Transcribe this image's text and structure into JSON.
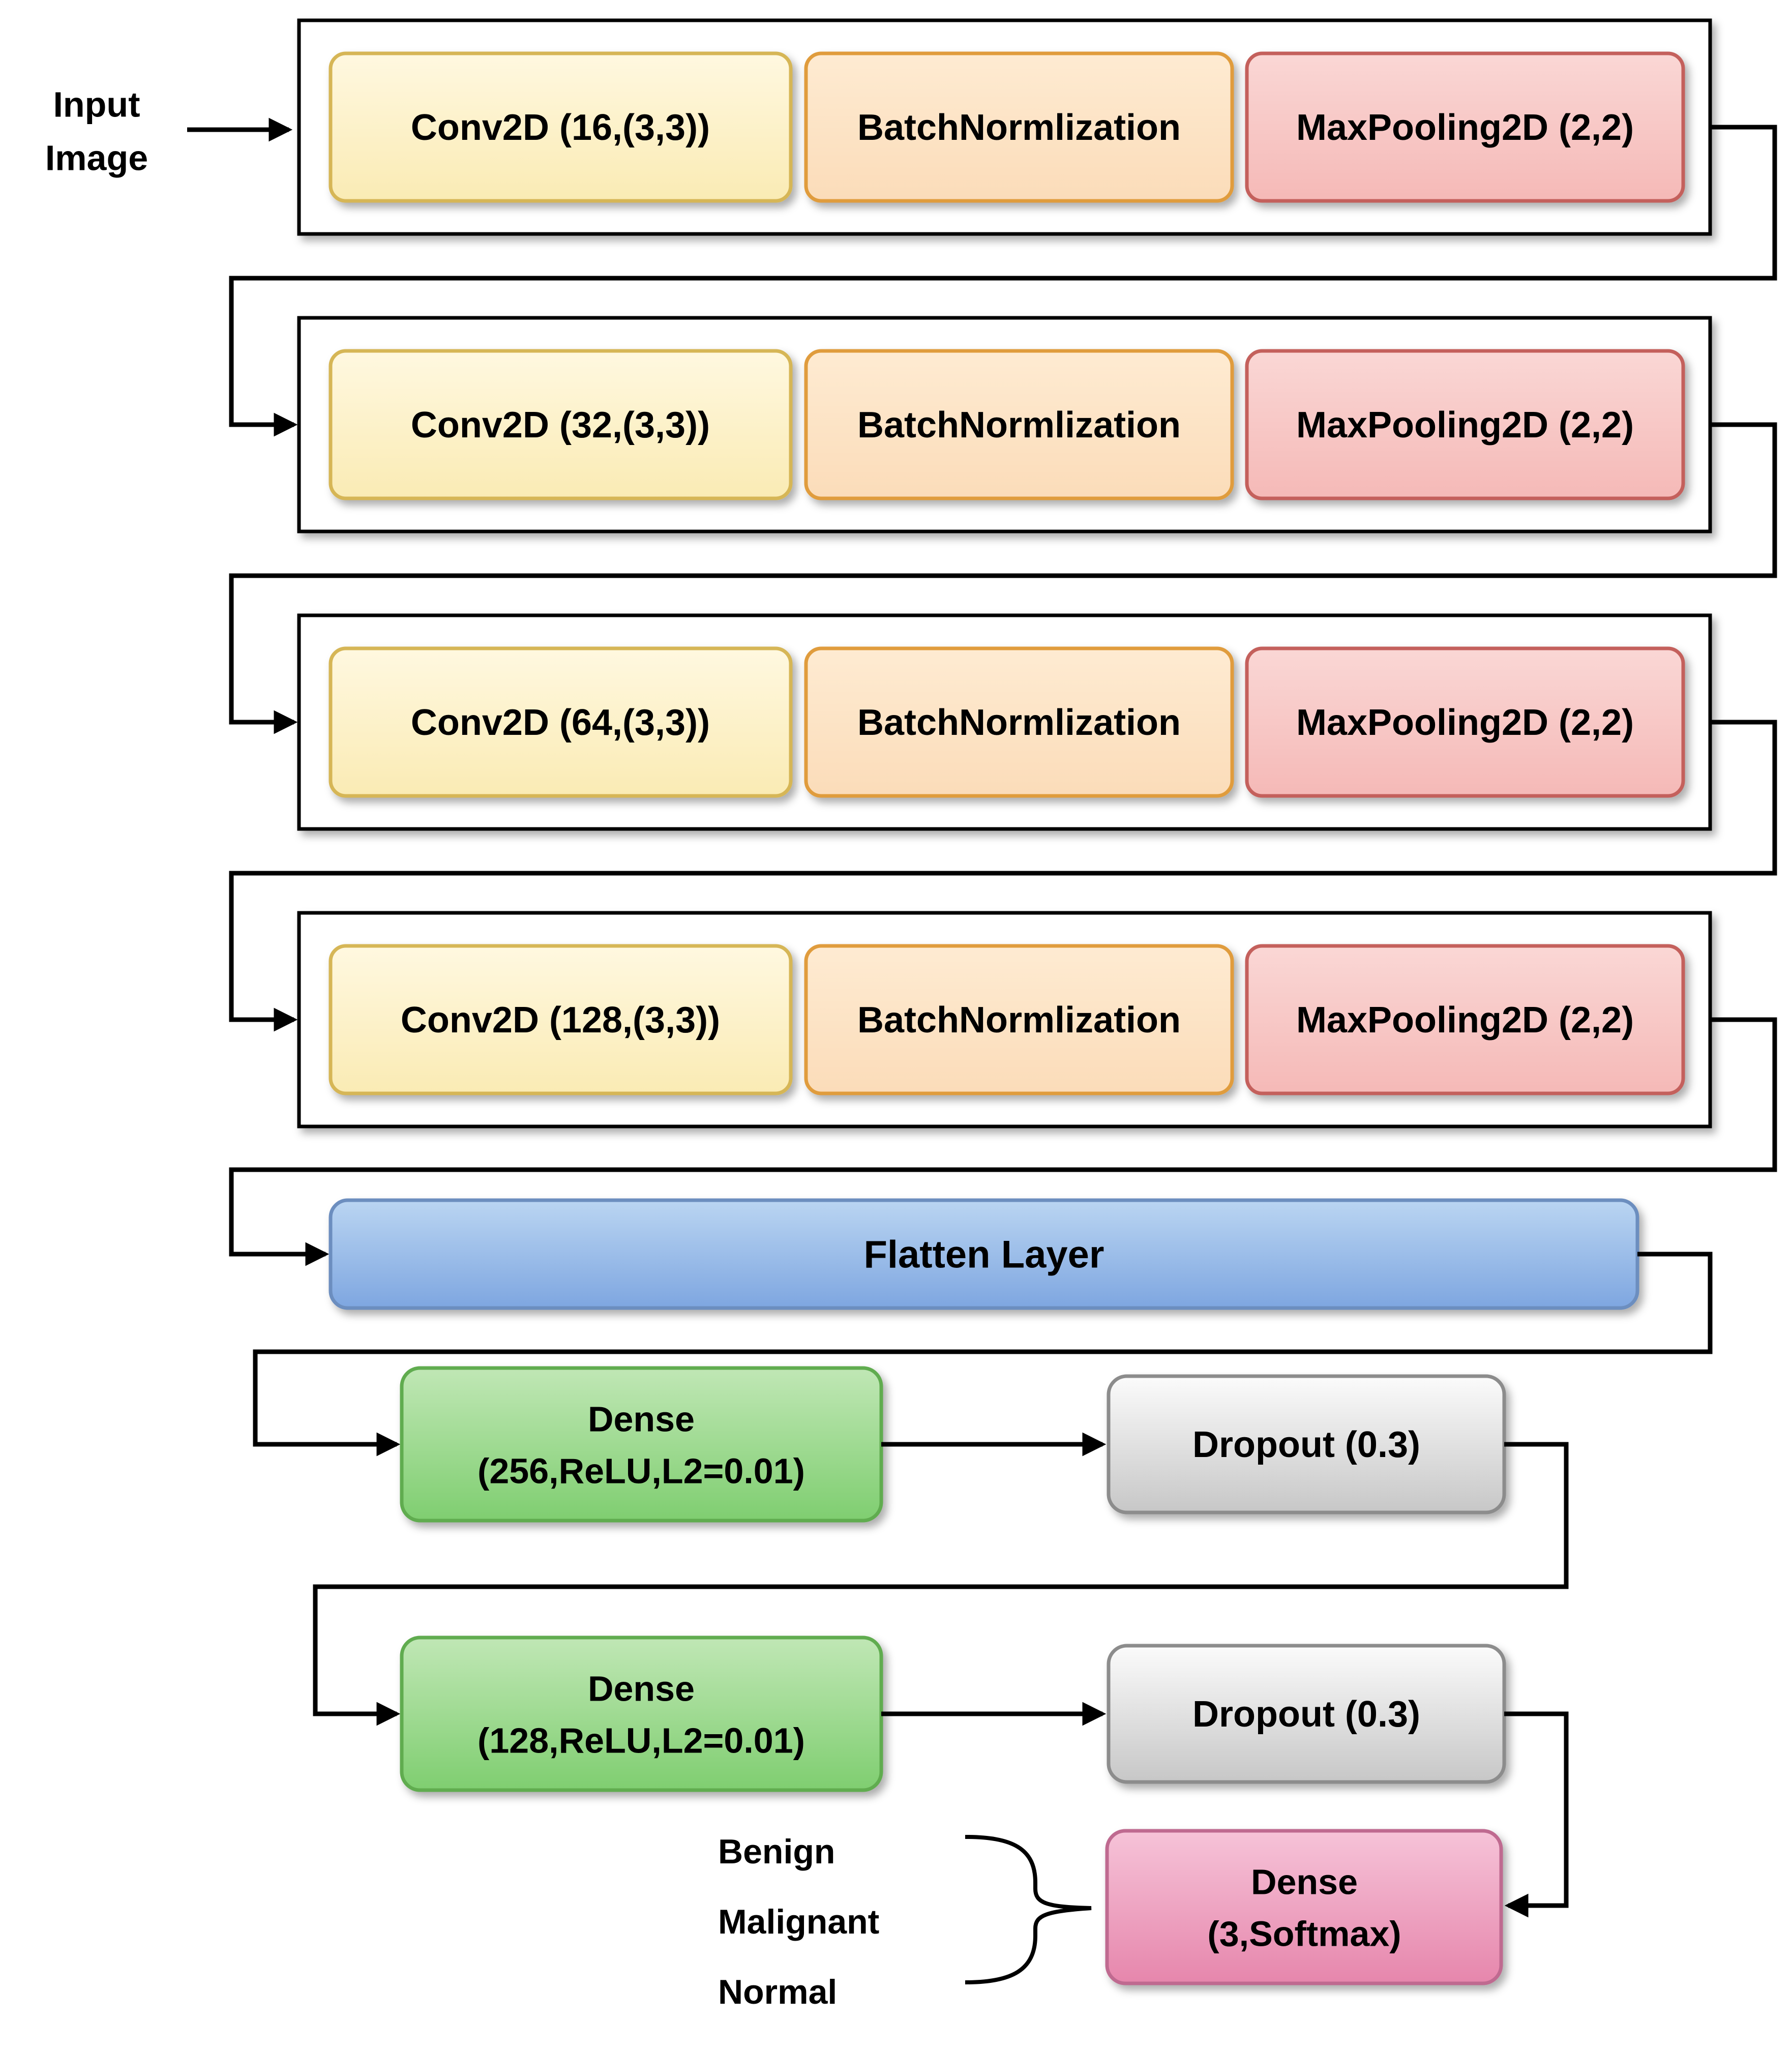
{
  "input_label": {
    "line1": "Input",
    "line2": "Image"
  },
  "conv_rows": [
    {
      "conv": "Conv2D (16,(3,3))",
      "batchnorm": "BatchNormlization",
      "maxpool": "MaxPooling2D (2,2)"
    },
    {
      "conv": "Conv2D (32,(3,3))",
      "batchnorm": "BatchNormlization",
      "maxpool": "MaxPooling2D (2,2)"
    },
    {
      "conv": "Conv2D (64,(3,3))",
      "batchnorm": "BatchNormlization",
      "maxpool": "MaxPooling2D (2,2)"
    },
    {
      "conv": "Conv2D (128,(3,3))",
      "batchnorm": "BatchNormlization",
      "maxpool": "MaxPooling2D (2,2)"
    }
  ],
  "flatten": {
    "label": "Flatten Layer"
  },
  "dense_rows": [
    {
      "dense_line1": "Dense",
      "dense_line2": "(256,ReLU,L2=0.01)",
      "dropout": "Dropout (0.3)"
    },
    {
      "dense_line1": "Dense",
      "dense_line2": "(128,ReLU,L2=0.01)",
      "dropout": "Dropout (0.3)"
    }
  ],
  "output": {
    "dense_line1": "Dense",
    "dense_line2": "(3,Softmax)",
    "classes": [
      "Benign",
      "Malignant",
      "Normal"
    ]
  },
  "colors": {
    "conv_fill_top": "#FFF8E0",
    "conv_fill_bottom": "#FAEBB4",
    "conv_border": "#D6B656",
    "batch_fill_top": "#FEEBD2",
    "batch_fill_bottom": "#FBDCB9",
    "batch_border": "#E09C3C",
    "pool_fill_top": "#FAD7D5",
    "pool_fill_bottom": "#F5B9B7",
    "pool_border": "#C4615C",
    "flatten_fill_top": "#BAD5F2",
    "flatten_fill_bottom": "#7EA6E0",
    "flatten_border": "#6C8EBF",
    "dense_fill_top": "#C0E7B5",
    "dense_fill_bottom": "#7FCE70",
    "dense_border": "#61AC50",
    "dropout_fill_top": "#FBFBFB",
    "dropout_fill_bottom": "#C7C7C7",
    "dropout_border": "#8C8C8C",
    "output_fill_top": "#F6C3D8",
    "output_fill_bottom": "#E686AC",
    "output_border": "#BF6A90",
    "frame_border": "#000000",
    "line": "#000000"
  }
}
